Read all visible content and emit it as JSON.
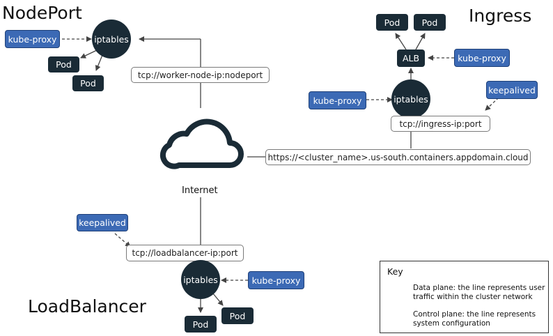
{
  "titles": {
    "nodeport": "NodePort",
    "ingress": "Ingress",
    "loadbalancer": "LoadBalancer"
  },
  "nodeport": {
    "kube_proxy": "kube-proxy",
    "iptables": "iptables",
    "pod1": "Pod",
    "pod2": "Pod",
    "url": "tcp://worker-node-ip:nodeport"
  },
  "ingress": {
    "pod1": "Pod",
    "pod2": "Pod",
    "alb": "ALB",
    "alb_kube_proxy": "kube-proxy",
    "keepalived": "keepalived",
    "kube_proxy": "kube-proxy",
    "iptables": "iptables",
    "port_url": "tcp://ingress-ip:port",
    "domain_url": "https://<cluster_name>.us-south.containers.appdomain.cloud"
  },
  "internet": {
    "label": "Internet"
  },
  "loadbalancer": {
    "keepalived": "keepalived",
    "url": "tcp://loadbalancer-ip:port",
    "iptables": "iptables",
    "kube_proxy": "kube-proxy",
    "pod1": "Pod",
    "pod2": "Pod"
  },
  "key": {
    "title": "Key",
    "data_plane": "Data plane: the line represents user traffic within the cluster network",
    "control_plane": "Control plane: the line represents system configuration"
  },
  "colors": {
    "node_dark": "#1a2b36",
    "blue": "#3c6ab5",
    "line": "#444444"
  }
}
